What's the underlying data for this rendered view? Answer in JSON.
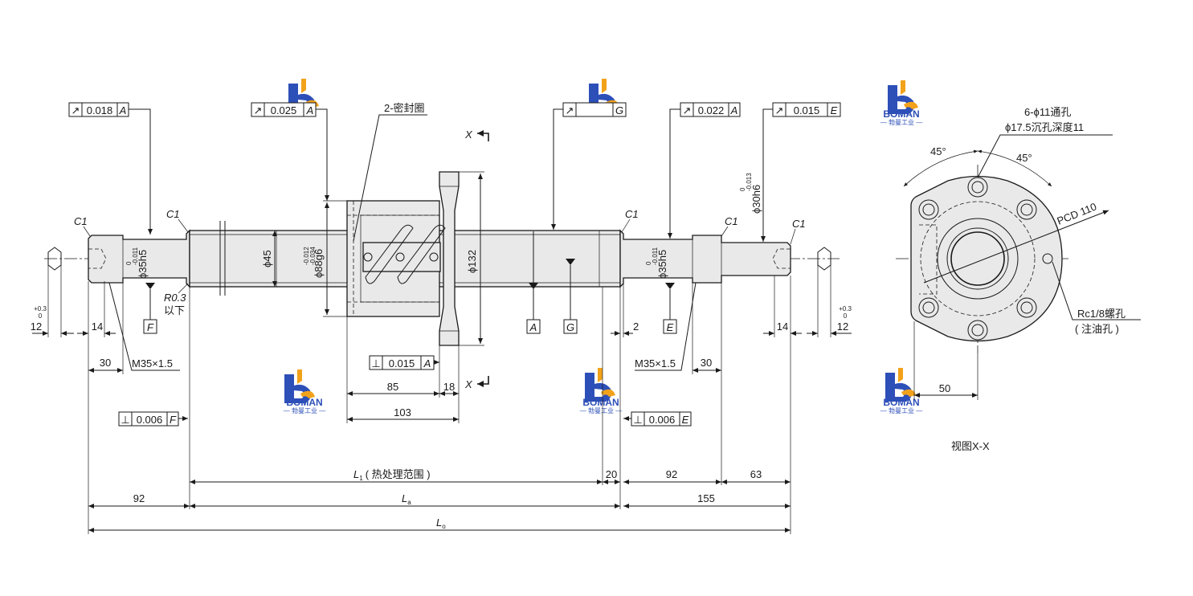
{
  "tolerances": {
    "runout_left": {
      "symbol": "↗",
      "value": "0.018",
      "datum": "A"
    },
    "runout_shaft": {
      "symbol": "↗",
      "value": "0.025",
      "datum": "A"
    },
    "runout_nut": {
      "symbol": "↗",
      "value": "",
      "datum": "G"
    },
    "runout_right": {
      "symbol": "↗",
      "value": "0.022",
      "datum": "A"
    },
    "runout_end": {
      "symbol": "↗",
      "value": "0.015",
      "datum": "E"
    },
    "perp_flange": {
      "symbol": "⊥",
      "value": "0.015",
      "datum": "A"
    },
    "perp_left": {
      "symbol": "⊥",
      "value": "0.006",
      "datum": "F"
    },
    "perp_right": {
      "symbol": "⊥",
      "value": "0.006",
      "datum": "E"
    }
  },
  "labels": {
    "seal": "2-密封圈",
    "section_x": "X",
    "c1": "C1",
    "d_left_journal": "ϕ35h5",
    "d_left_tol_upper": "0",
    "d_left_tol_lower": "-0.011",
    "d_shaft": "ϕ45",
    "d_nut": "ϕ88g6",
    "d_nut_tol_upper": "-0.012",
    "d_nut_tol_lower": "-0.034",
    "d_flange": "ϕ132",
    "d_right_journal": "ϕ35h5",
    "d_right_tol_upper": "0",
    "d_right_tol_lower": "-0.011",
    "d_end": "ϕ30h6",
    "d_end_tol_upper": "0",
    "d_end_tol_lower": "-0.013",
    "fillet": "R0.3",
    "fillet_note": "以下",
    "thread_left": "M35×1.5",
    "thread_right": "M35×1.5",
    "datum_f": "F",
    "datum_a": "A",
    "datum_g": "G",
    "datum_e": "E",
    "key_tol_upper": "+0.3",
    "key_tol_lower": "0"
  },
  "dimensions": {
    "key_left": "12",
    "key_right": "12",
    "w14_left": "14",
    "w14_right": "14",
    "d30_left": "30",
    "d30_right": "30",
    "nut_85": "85",
    "flange_18": "18",
    "nut_103": "103",
    "gap_2": "2",
    "l1": "L",
    "l1_sub": "1",
    "l1_note": "( 热处理范围 )",
    "d20": "20",
    "d92_top": "92",
    "d63": "63",
    "d92_bottom": "92",
    "la": "L",
    "la_sub": "a",
    "d155": "155",
    "lo": "L",
    "lo_sub": "o"
  },
  "view_x": {
    "holes_line1": "6-ϕ11通孔",
    "holes_line2": "ϕ17.5沉孔深度11",
    "angle_left": "45°",
    "angle_right": "45°",
    "pcd": "PCD 110",
    "oil_line1": "Rc1/8螺孔",
    "oil_line2": "( 注油孔 )",
    "dim_50": "50",
    "caption": "视图X-X"
  },
  "watermark": {
    "brand": "BOMAN",
    "tagline": "— 勃曼工业 —"
  },
  "colors": {
    "ink": "#1a1a1a",
    "part_fill": "#e9e9e9",
    "logo_blue": "#2d4fb8",
    "logo_orange": "#f2a21a"
  }
}
